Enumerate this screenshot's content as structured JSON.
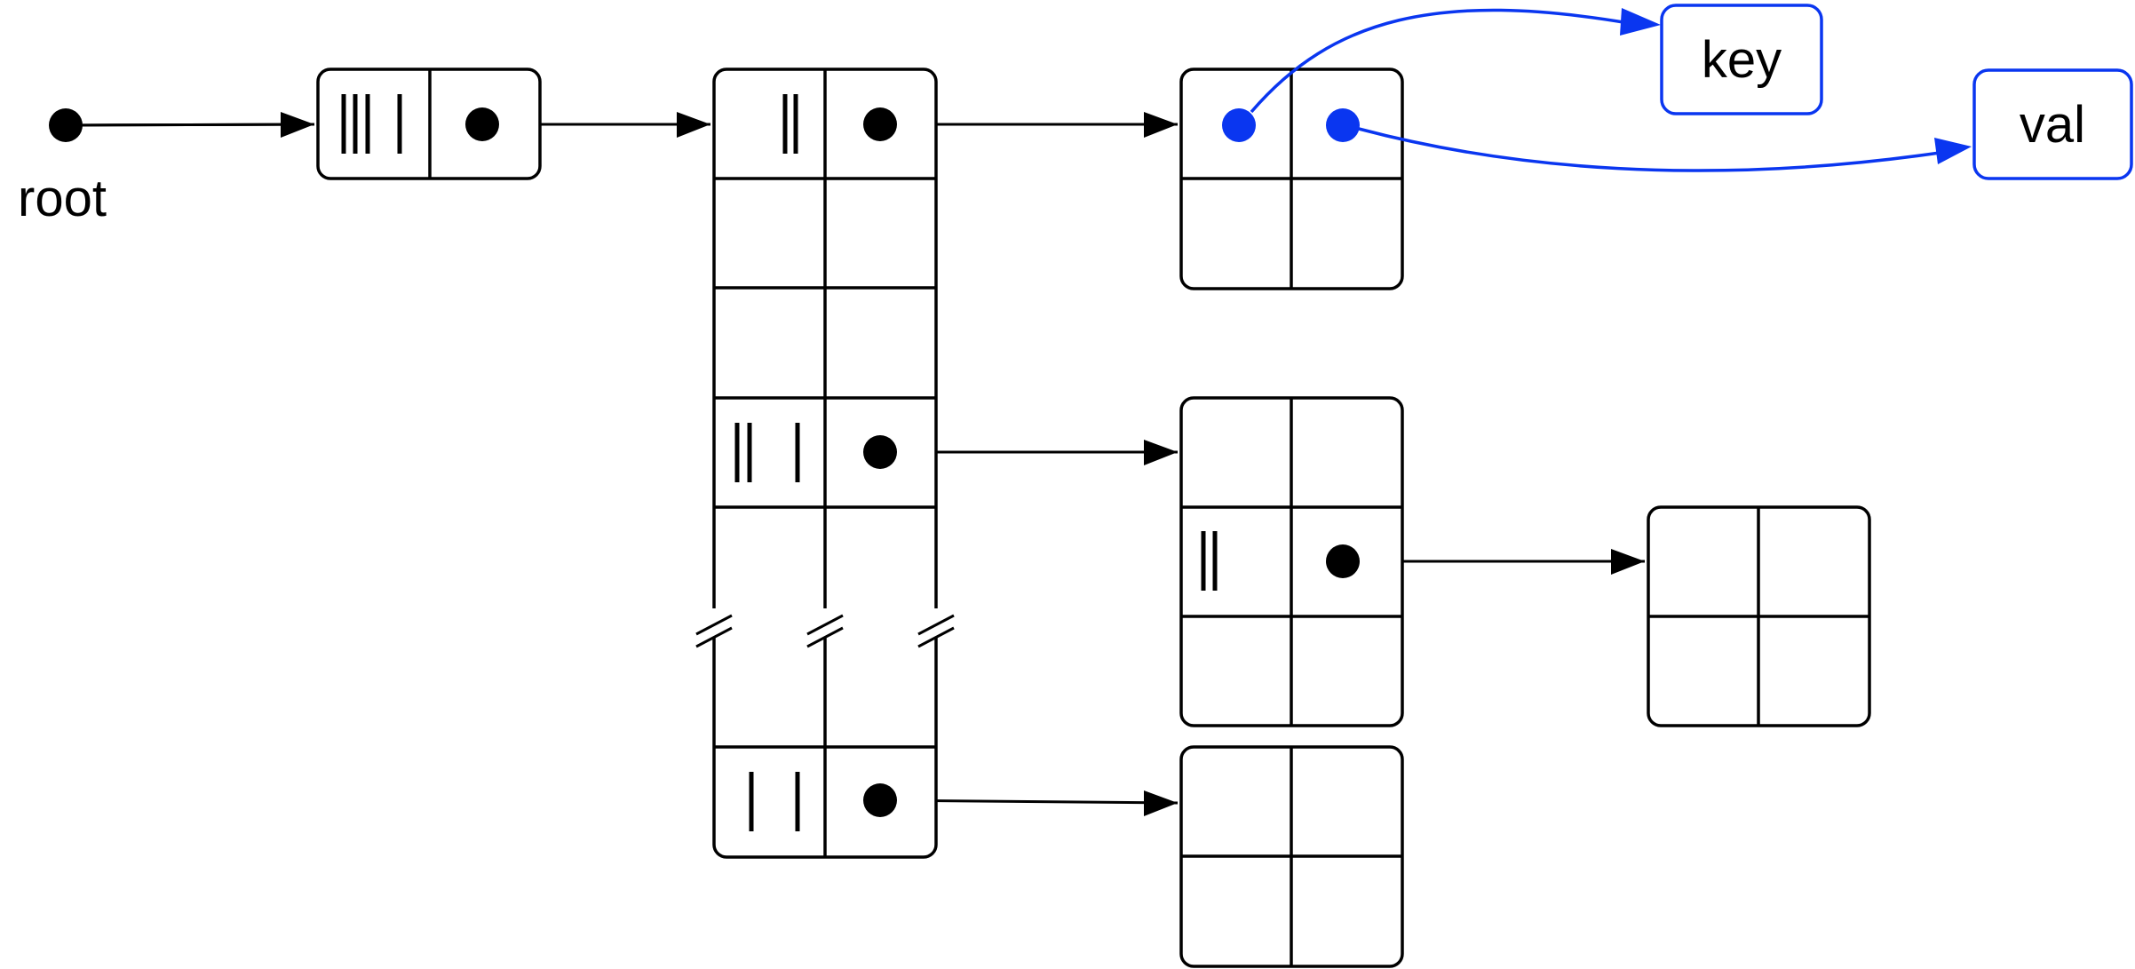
{
  "labels": {
    "root": "root",
    "key": "key",
    "val": "val"
  },
  "colors": {
    "lines": "#000000",
    "highlight": "#0a36f0",
    "background": "#ffffff"
  }
}
